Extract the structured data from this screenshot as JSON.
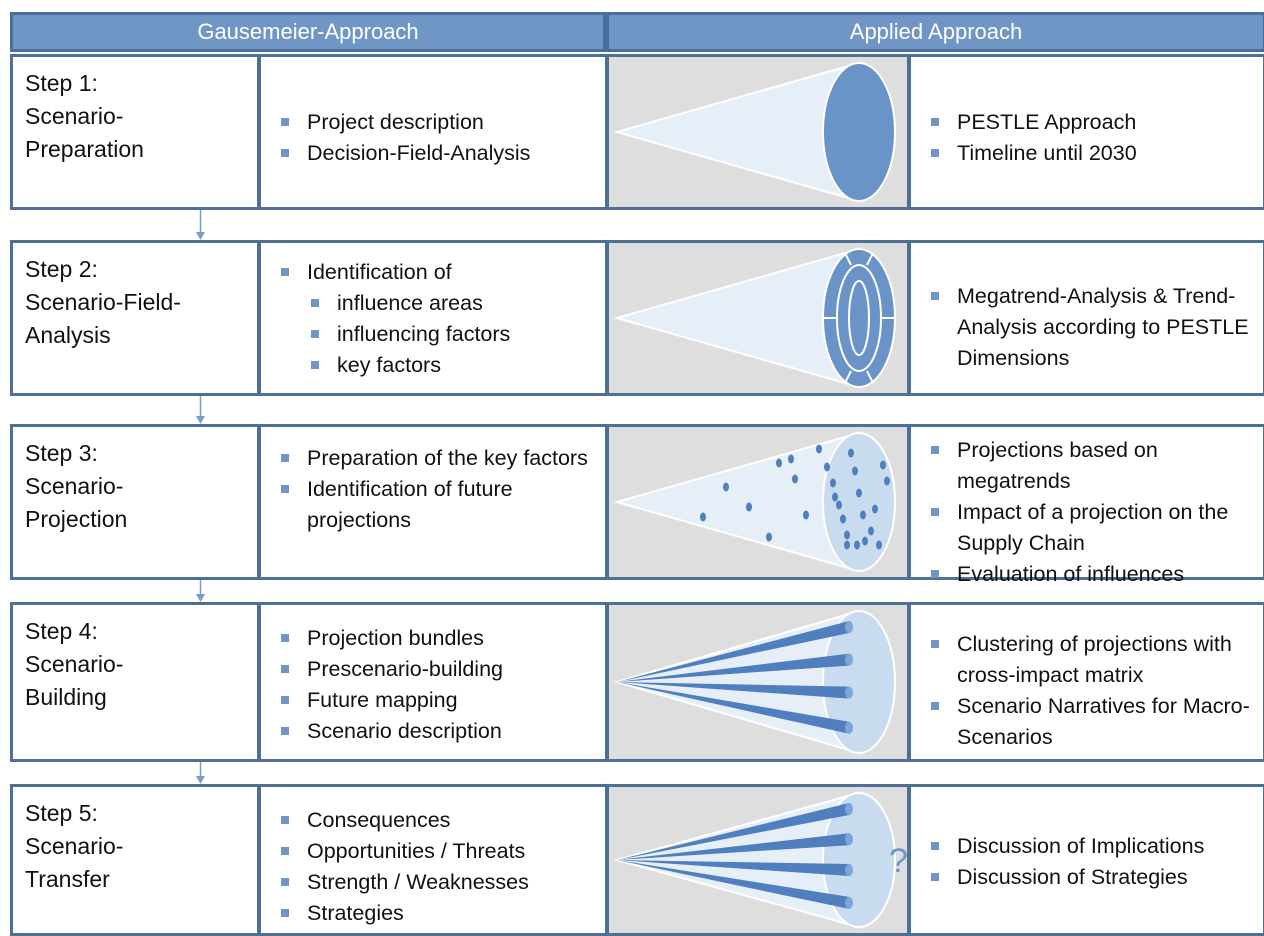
{
  "headers": {
    "left": "Gausemeier-Approach",
    "right": "Applied Approach"
  },
  "steps": [
    {
      "title_lines": [
        "Step 1:",
        "Scenario-",
        "Preparation"
      ],
      "gausemeier": [
        {
          "text": "Project description",
          "level": 1
        },
        {
          "text": "Decision-Field-Analysis",
          "level": 1
        }
      ],
      "applied": [
        {
          "text": "PESTLE Approach",
          "level": 1
        },
        {
          "text": "Timeline  until 2030",
          "level": 1
        }
      ],
      "icon": "cone-full-icon"
    },
    {
      "title_lines": [
        "Step 2:",
        "Scenario-Field-",
        "Analysis"
      ],
      "gausemeier": [
        {
          "text": "Identification of",
          "level": 1
        },
        {
          "text": "influence areas",
          "level": 2
        },
        {
          "text": "influencing factors",
          "level": 2
        },
        {
          "text": "key factors",
          "level": 2
        }
      ],
      "applied": [
        {
          "text": "Megatrend-Analysis & Trend-Analysis according to PESTLE Dimensions",
          "level": 1
        }
      ],
      "icon": "cone-segmented-icon"
    },
    {
      "title_lines": [
        "Step 3:",
        "Scenario-",
        "Projection"
      ],
      "gausemeier": [
        {
          "text": "Preparation of the key factors",
          "level": 1
        },
        {
          "text": "Identification of future projections",
          "level": 1
        }
      ],
      "applied": [
        {
          "text": "Projections based on megatrends",
          "level": 1
        },
        {
          "text": "Impact of a projection on the Supply Chain",
          "level": 1
        },
        {
          "text": "Evaluation of influences",
          "level": 1
        }
      ],
      "icon": "cone-dots-icon"
    },
    {
      "title_lines": [
        "Step 4:",
        "Scenario-",
        "Building"
      ],
      "gausemeier": [
        {
          "text": "Projection bundles",
          "level": 1
        },
        {
          "text": "Prescenario-building",
          "level": 1
        },
        {
          "text": "Future mapping",
          "level": 1
        },
        {
          "text": "Scenario description",
          "level": 1
        }
      ],
      "applied": [
        {
          "text": "Clustering of projections with cross-impact matrix",
          "level": 1
        },
        {
          "text": "Scenario Narratives for Macro-Scenarios",
          "level": 1
        }
      ],
      "icon": "cone-rays-icon"
    },
    {
      "title_lines": [
        "Step 5:",
        "Scenario-",
        "Transfer"
      ],
      "gausemeier": [
        {
          "text": "Consequences",
          "level": 1
        },
        {
          "text": "Opportunities / Threats",
          "level": 1
        },
        {
          "text": "Strength / Weaknesses",
          "level": 1
        },
        {
          "text": "Strategies",
          "level": 1
        }
      ],
      "applied": [
        {
          "text": "Discussion of Implications",
          "level": 1
        },
        {
          "text": "Discussion of Strategies",
          "level": 1
        }
      ],
      "icon": "cone-rays-question-icon",
      "icon_label": "?"
    }
  ],
  "colors": {
    "accent": "#6f96c4",
    "border": "#4f6f96",
    "gray": "#dedede",
    "cone_fill": "#6a94c8"
  }
}
